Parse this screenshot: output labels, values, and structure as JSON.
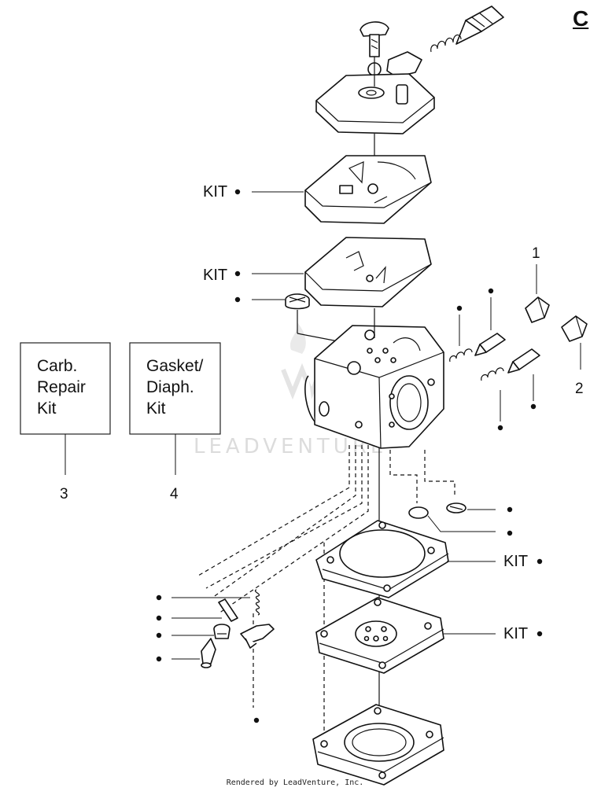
{
  "title_partial": "C",
  "labels": {
    "kit_1": "KIT",
    "kit_2": "KIT",
    "kit_3": "KIT",
    "kit_4": "KIT"
  },
  "callouts": {
    "n1": "1",
    "n2": "2",
    "n3": "3",
    "n4": "4"
  },
  "boxes": {
    "carb_repair_kit": "Carb.\nRepair\nKit",
    "gasket_diaph_kit": "Gasket/\nDiaph.\nKit"
  },
  "watermark": "LEADVENTURE",
  "footer": "Rendered by LeadVenture, Inc."
}
